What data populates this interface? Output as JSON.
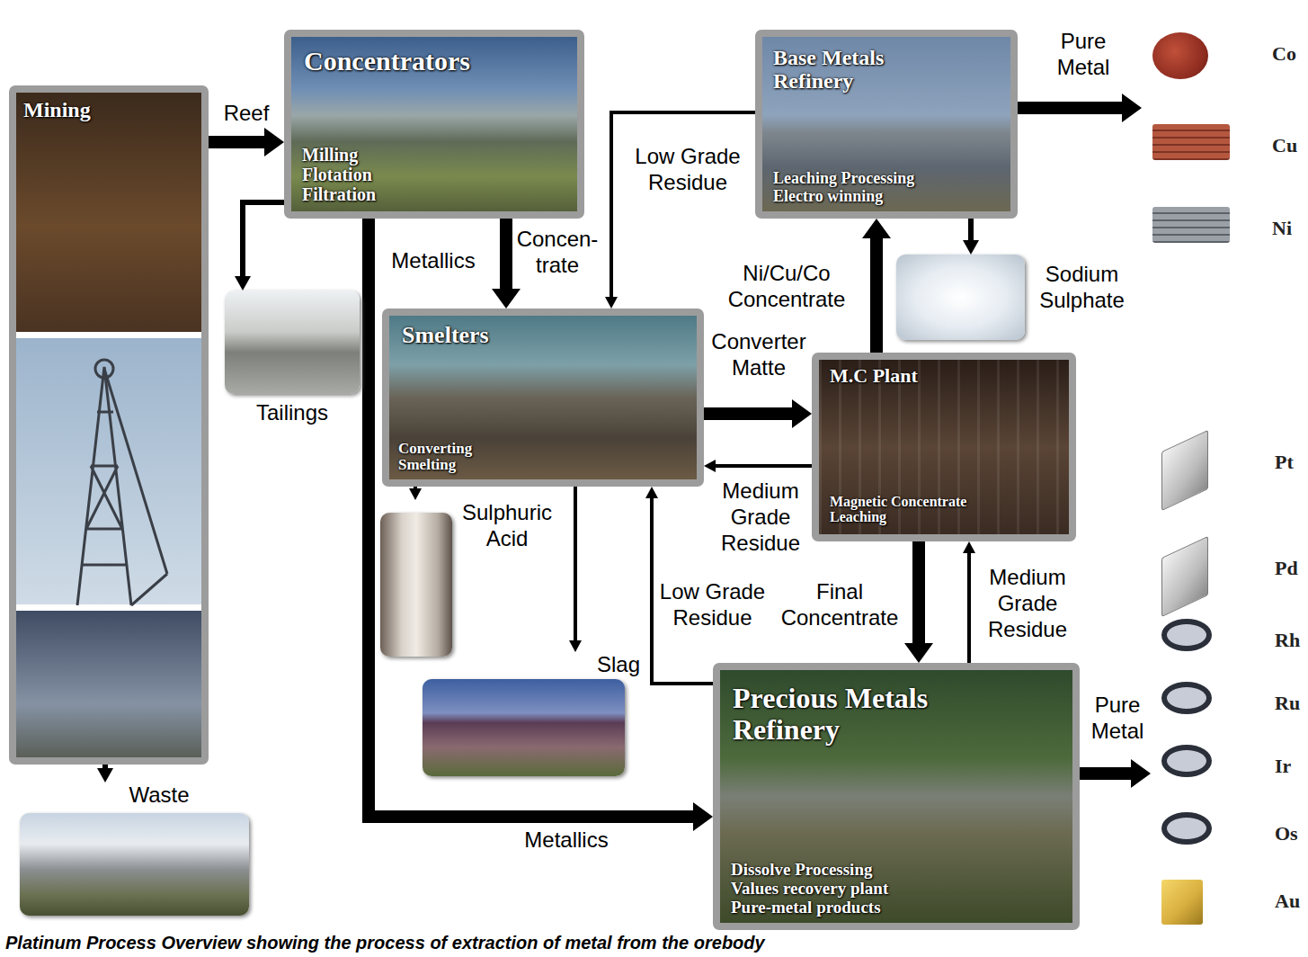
{
  "diagram": {
    "caption": "Platinum Process Overview showing the process of extraction of metal from the orebody",
    "nodes": [
      {
        "text": [
          "Mining"
        ]
      },
      {
        "text": [
          "Concentrators",
          "Milling Flotation Filtration"
        ]
      },
      {
        "text": [
          "Base Metals Refinery",
          "Leaching Processing Electro winning"
        ]
      },
      {
        "text": [
          "Co",
          "Cu",
          "Ni"
        ]
      },
      {
        "text": [
          "Tailings"
        ]
      },
      {
        "text": [
          "Sodium Sulphate"
        ]
      },
      {
        "text": [
          "Smelters",
          "Converting Smelting"
        ]
      },
      {
        "text": [
          "M.C Plant",
          "Magnetic Concentrate Leaching"
        ]
      },
      {
        "text": [
          "Sulphuric Acid"
        ]
      },
      {
        "text": [
          "Slag"
        ]
      },
      {
        "text": [
          "Precious Metals Refinery",
          "Dissolve Processing Values recovery plant Pure-metal products"
        ]
      },
      {
        "text": [
          "Waste"
        ]
      },
      {
        "text": [
          "Pt",
          "Pd",
          "Rh",
          "Ru",
          "Ir",
          "Os",
          "Au"
        ]
      }
    ],
    "edges": [
      {
        "from": 0,
        "to": 1,
        "label": "Reef",
        "arrow": "to"
      },
      {
        "from": 0,
        "to": 11,
        "arrow": "to"
      },
      {
        "from": 1,
        "to": 4,
        "arrow": "to"
      },
      {
        "from": 1,
        "to": 6,
        "label": "Concen- trate",
        "arrow": "to"
      },
      {
        "from": 1,
        "to": 10,
        "label": "Metallics",
        "arrow": "to"
      },
      {
        "from": 2,
        "to": 6,
        "label": "Low Grade Residue",
        "arrow": "to"
      },
      {
        "from": 2,
        "to": 5,
        "arrow": "to"
      },
      {
        "from": 7,
        "to": 2,
        "label": "Ni/Cu/Co Concentrate",
        "arrow": "to"
      },
      {
        "from": 6,
        "to": 7,
        "label": "Converter Matte",
        "arrow": "to"
      },
      {
        "from": 7,
        "to": 6,
        "label": "Medium Grade Residue",
        "arrow": "to"
      },
      {
        "from": 6,
        "to": 8,
        "arrow": "to"
      },
      {
        "from": 6,
        "to": 9,
        "arrow": "to"
      },
      {
        "from": 7,
        "to": 10,
        "label": "Final Concentrate",
        "arrow": "to"
      },
      {
        "from": 10,
        "to": 7,
        "label": "Medium Grade Residue",
        "arrow": "to"
      },
      {
        "from": 10,
        "to": 6,
        "label": "Low Grade Residue",
        "arrow": "to"
      },
      {
        "from": 2,
        "to": 3,
        "label": "Pure Metal",
        "arrow": "to"
      },
      {
        "from": 10,
        "to": 12,
        "label": "Pure Metal",
        "arrow": "to"
      }
    ],
    "labels": [
      "Metallics"
    ]
  }
}
